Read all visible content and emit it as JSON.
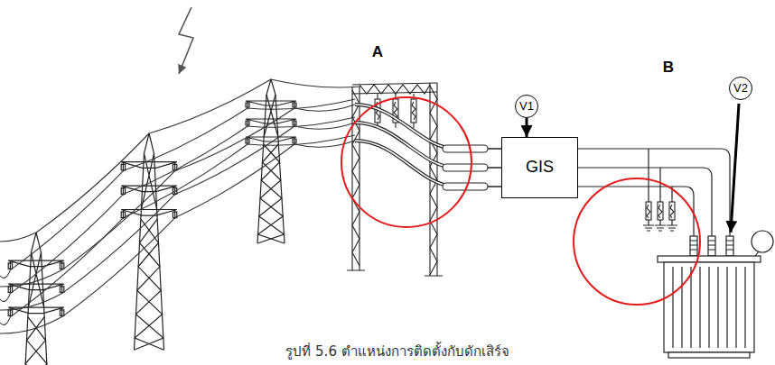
{
  "diagram": {
    "caption": "รูปที่ 5.6 ตำแหน่งการติดตั้งกับดักเสิร์จ",
    "nodes": [
      {
        "text": [
          "V1"
        ]
      },
      {
        "text": [
          "GIS"
        ]
      },
      {
        "text": [
          "V2"
        ]
      }
    ],
    "edges": [
      {
        "from": 0,
        "to": 1,
        "arrow": "to"
      }
    ],
    "labels": [
      "A",
      "B"
    ]
  }
}
